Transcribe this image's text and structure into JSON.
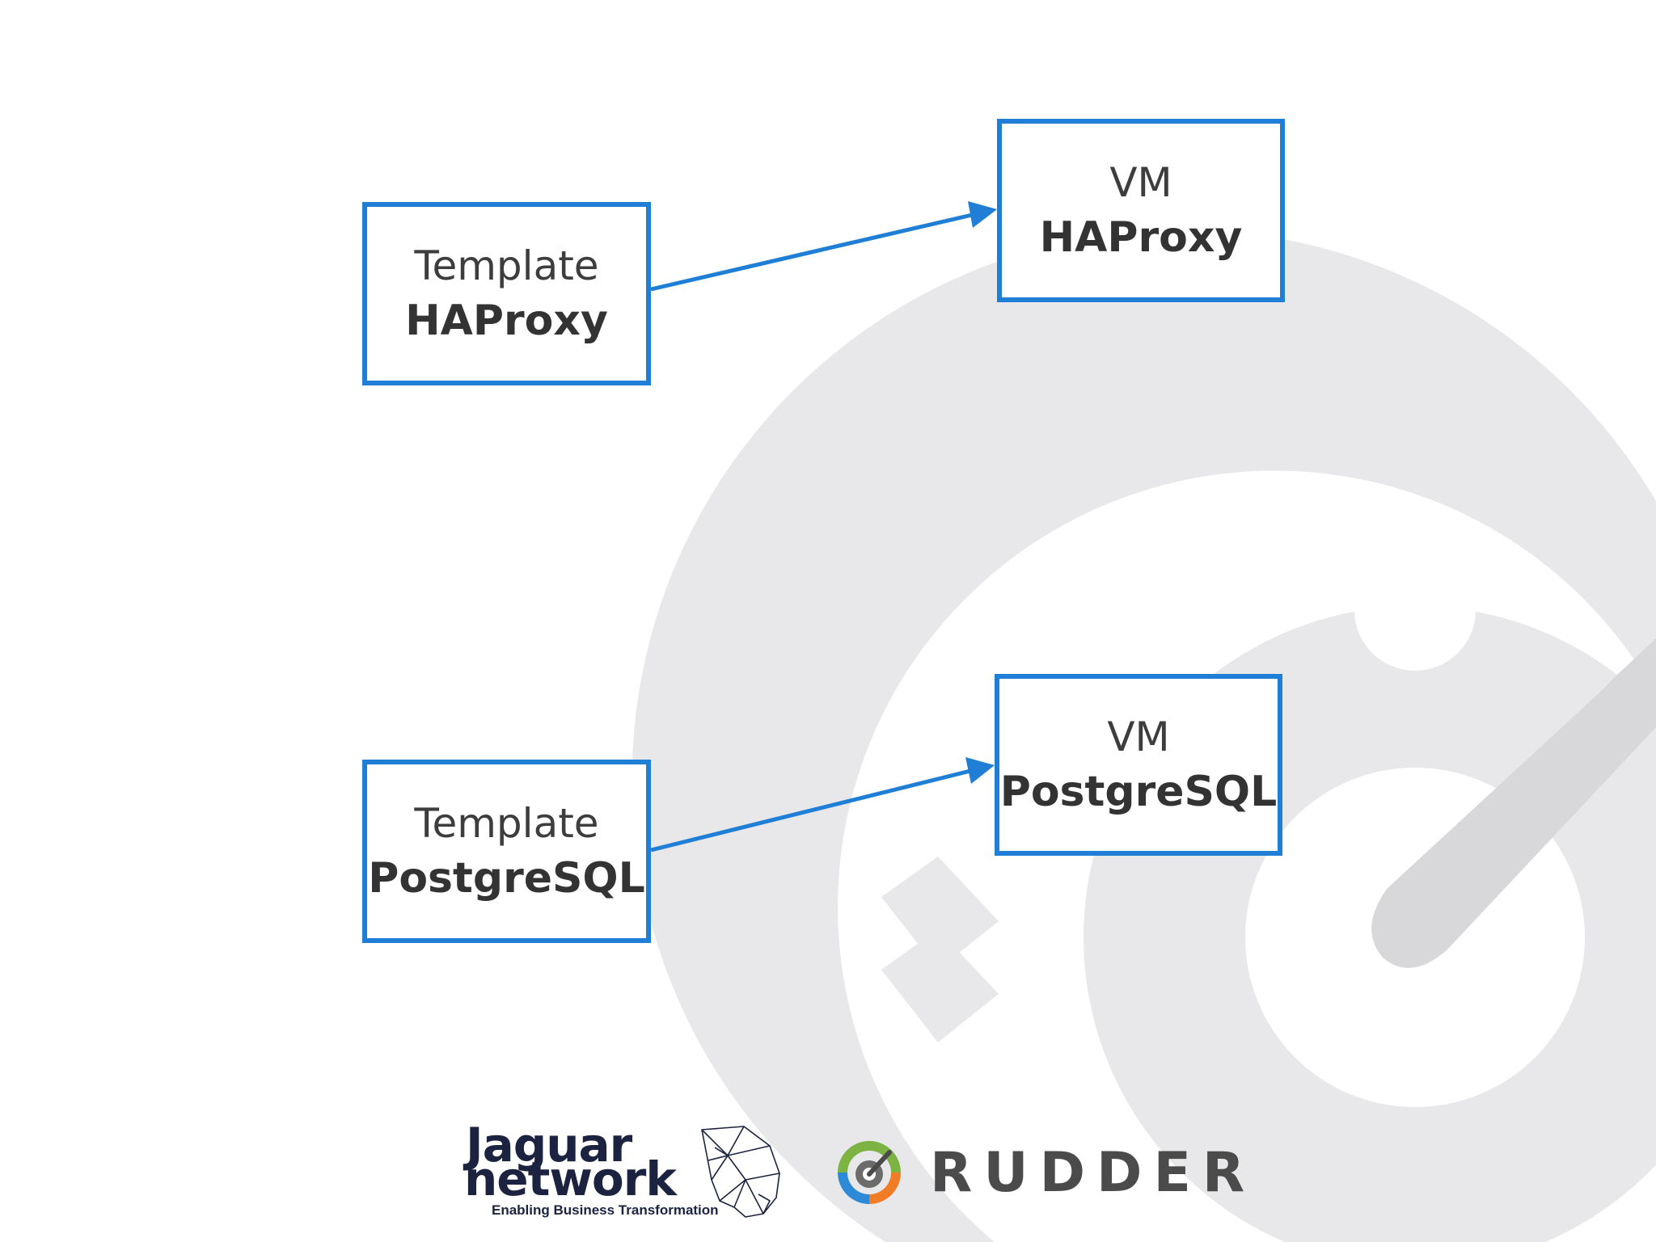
{
  "diagram": {
    "nodes": [
      {
        "id": "template-haproxy",
        "kind": "Template",
        "name": "HAProxy"
      },
      {
        "id": "vm-haproxy",
        "kind": "VM",
        "name": "HAProxy"
      },
      {
        "id": "template-postgresql",
        "kind": "Template",
        "name": "PostgreSQL"
      },
      {
        "id": "vm-postgresql",
        "kind": "VM",
        "name": "PostgreSQL"
      }
    ],
    "edges": [
      {
        "from": "template-haproxy",
        "to": "vm-haproxy"
      },
      {
        "from": "template-postgresql",
        "to": "vm-postgresql"
      }
    ]
  },
  "footer": {
    "jaguar": {
      "line1": "Jaguar",
      "line2": "network",
      "tagline": "Enabling Business Transformation"
    },
    "rudder": {
      "wordmark": "RUDDER"
    }
  },
  "colors": {
    "box_border": "#1f7ed6",
    "arrow": "#1f7ed6",
    "watermark": "#e6e6e8",
    "jaguar_navy": "#1b2340",
    "rudder_gray": "#4b4b4b",
    "rudder_green": "#7cb342",
    "rudder_orange": "#f07d26",
    "rudder_blue": "#2d8ad6"
  }
}
